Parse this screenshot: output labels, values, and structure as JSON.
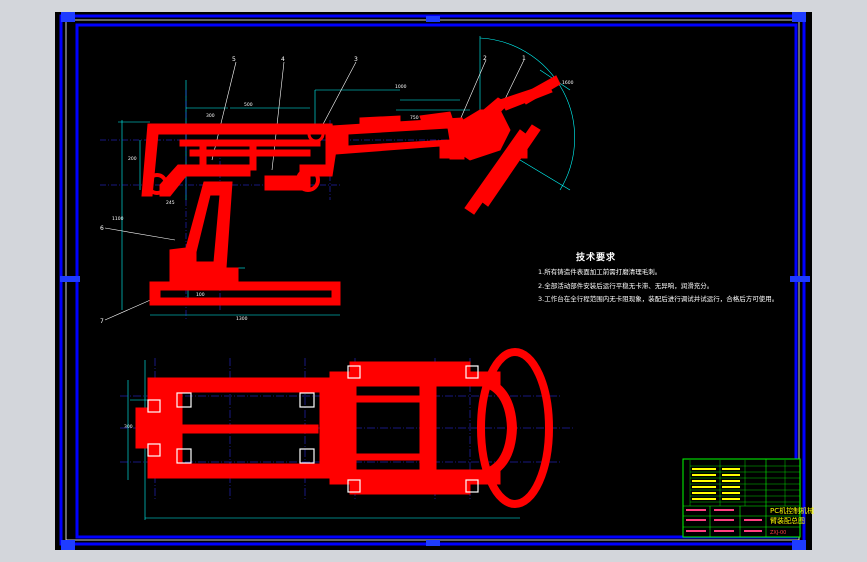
{
  "colors": {
    "background": "#d3d6db",
    "sheet": "#000000",
    "frame": "#0000ff",
    "part": "#ff0000",
    "dimension": "#00ffff",
    "annotation": "#ffffff",
    "centerline": "#3030ff",
    "title_block": "#00ff00"
  },
  "balloons": [
    "5",
    "4",
    "3",
    "2",
    "1",
    "6",
    "7"
  ],
  "dimensions": [
    "500",
    "300",
    "1000",
    "750",
    "200",
    "245",
    "1100",
    "100",
    "1300",
    "1600",
    "300"
  ],
  "technical_requirements": {
    "title": "技术要求",
    "items": [
      "1.所有铸造件表面加工前需打磨清理毛刺。",
      "2.全部活动部件安装后运行平稳无卡滞、无异响，润滑充分。",
      "3.工作台在全行程范围内无卡阻现象，装配后进行调试并试运行，合格后方可使用。"
    ]
  },
  "title_block": {
    "title_line1": "PC机控制机械",
    "title_line2": "臂装配总图",
    "drawing_code": "ZXJ-00"
  }
}
